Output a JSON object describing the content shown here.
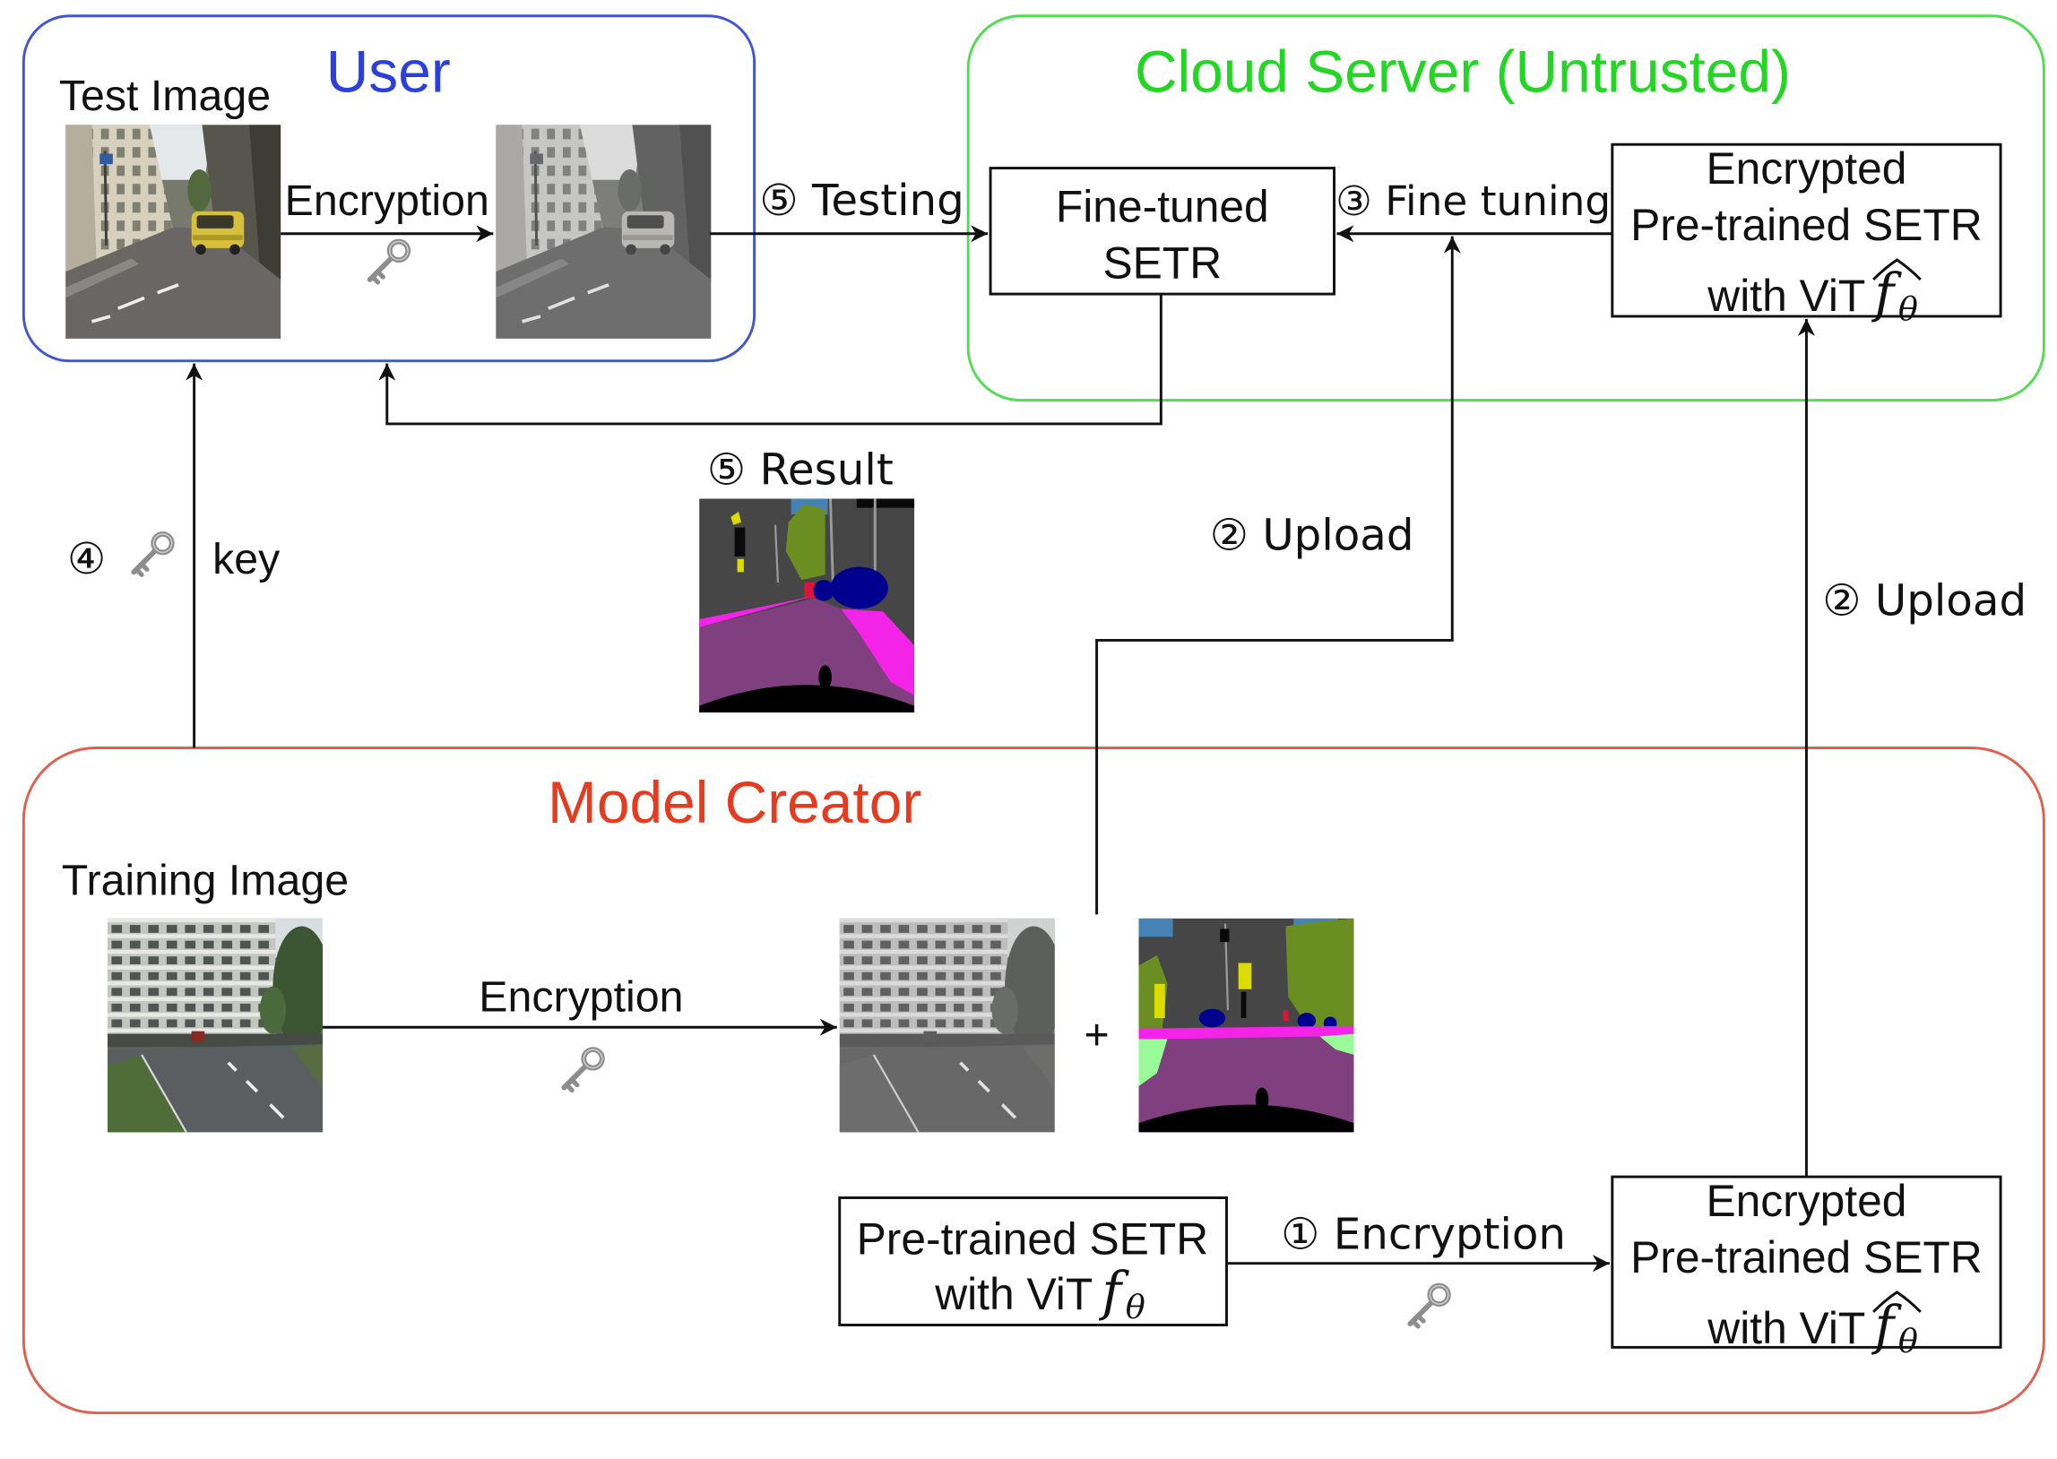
{
  "user": {
    "title": "User",
    "test_image_label": "Test Image",
    "encryption_label": "Encryption"
  },
  "cloud_server": {
    "title": "Cloud Server (Untrusted)",
    "fine_tuned_setr": [
      "Fine-tuned",
      "SETR"
    ],
    "encrypted_model": {
      "line1": "Encrypted",
      "line2": "Pre-trained SETR",
      "line3": "with ViT",
      "symbol": "f",
      "subscript": "θ"
    }
  },
  "steps": {
    "testing": "⑤ Testing",
    "fine_tuning": "③ Fine tuning",
    "result": "⑤ Result",
    "key_step_number": "④",
    "key_label": "key",
    "upload_data": "② Upload",
    "upload_model": "② Upload",
    "model_encryption": "① Encryption"
  },
  "model_creator": {
    "title": "Model Creator",
    "training_image_label": "Training Image",
    "encryption_label": "Encryption",
    "plus": "+",
    "pretrained_model": {
      "line1": "Pre-trained SETR",
      "line2": "with ViT",
      "symbol": "f",
      "subscript": "θ"
    },
    "encrypted_model": {
      "line1": "Encrypted",
      "line2": "Pre-trained SETR",
      "line3": "with ViT",
      "symbol": "f",
      "subscript": "θ"
    }
  },
  "colors": {
    "user_title": "#2a3fdc",
    "user_border": "#3f57d6",
    "cloud_title": "#24d624",
    "cloud_border": "#52dc52",
    "creator_title": "#e53b1f",
    "creator_border": "#e0604f"
  }
}
